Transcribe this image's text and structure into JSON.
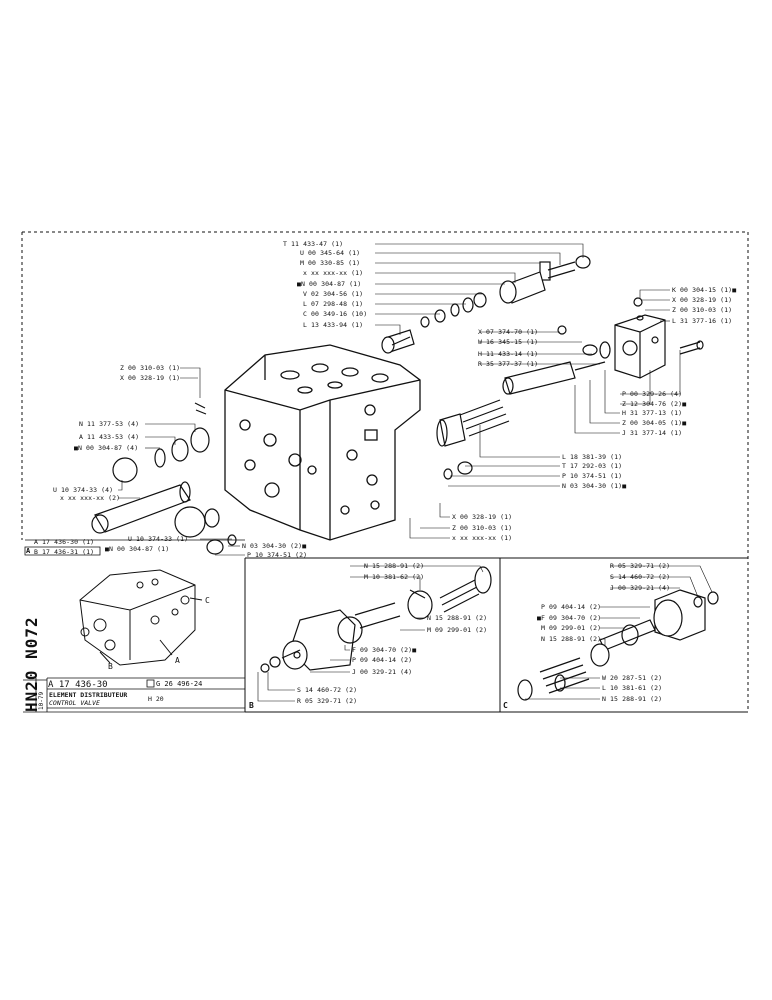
{
  "main_labels_upper": [
    "T 11 433-47 (1)",
    "U 00 345-64 (1)",
    "M 00 330-85 (1)",
    "x xx xxx-xx (1)",
    "■N 00 304-87 (1)",
    "V 02 304-56 (1)",
    "L 07 298-48 (1)",
    "C 00 349-16 (10)",
    "L 13 433-94 (1)"
  ],
  "right_top_labels": [
    "K 00 304-15 (1)■",
    "X 00 328-19 (1)",
    "Z 00 310-03 (1)",
    "L 31 377-16 (1)"
  ],
  "mid_labels": [
    "X 07 374-70 (1)",
    "W 16 345-15 (1)",
    "H 11 433-14 (1)",
    "R 35 377-37 (1)"
  ],
  "right_mid_labels": [
    "P 00 329-26 (4)",
    "Z 12 304-76 (2)■",
    "H 31 377-13 (1)",
    "Z 00 304-05 (1)■",
    "J 31 377-14 (1)"
  ],
  "center_labels": [
    "L 18 381-39 (1)",
    "T 17 292-03 (1)",
    "P 10 374-51 (1)",
    "N 03 304-30 (1)■"
  ],
  "left_labels_top": [
    "Z 00 310-03 (1)",
    "X 00 328-19 (1)"
  ],
  "left_labels_mid": [
    "N 11 377-53 (4)",
    "A 11 433-53 (4)",
    "■N 00 304-87 (4)",
    "U 10 374-33 (4)",
    "x xx xxx-xx (2)"
  ],
  "bottom_main_labels": [
    "X 00 328-19 (1)",
    "Z 00 310-03 (1)",
    "x xx xxx-xx (1)"
  ],
  "bottom_left_labels": [
    "A 17 436-30 (1)",
    "B 17 436-31 (1)",
    "U 10 374-33 (1)",
    "■N 00 304-87 (1)",
    "N 03 304-30 (2)■",
    "P 10 374-51 (2)"
  ],
  "box_b_labels": [
    "N 15 288-91 (2)",
    "M 10 381-62 (2)",
    "N 15 288-91 (2)",
    "M 09 299-01 (2)",
    "F 09 304-70 (2)■",
    "P 09 404-14 (2)",
    "J 00 329-21 (4)",
    "S 14 460-72 (2)",
    "R 05 329-71 (2)"
  ],
  "box_c_labels": [
    "R 05 329-71 (2)",
    "S 14 460-72 (2)",
    "J 00 329-21 (4)",
    "P 09 404-14 (2)",
    "■F 09 304-70 (2)",
    "M 09 299-01 (2)",
    "N 15 288-91 (2)",
    "W 20 287-51 (2)",
    "L 10 381-61 (2)",
    "N 15 288-91 (2)"
  ],
  "title": {
    "part_no": "A 17 436-30",
    "ref": "G 26 496-24",
    "name_fr": "ELEMENT DISTRIBUTEUR",
    "name_en": "CONTROL VALVE",
    "model": "H 20",
    "side_code": "HN20 N072",
    "side_date": "10-79",
    "row_a": "A",
    "row_b": "B"
  },
  "box_letters": {
    "b": "B",
    "c": "C"
  },
  "inset_letters": {
    "a": "A",
    "b": "B",
    "c": "C"
  }
}
